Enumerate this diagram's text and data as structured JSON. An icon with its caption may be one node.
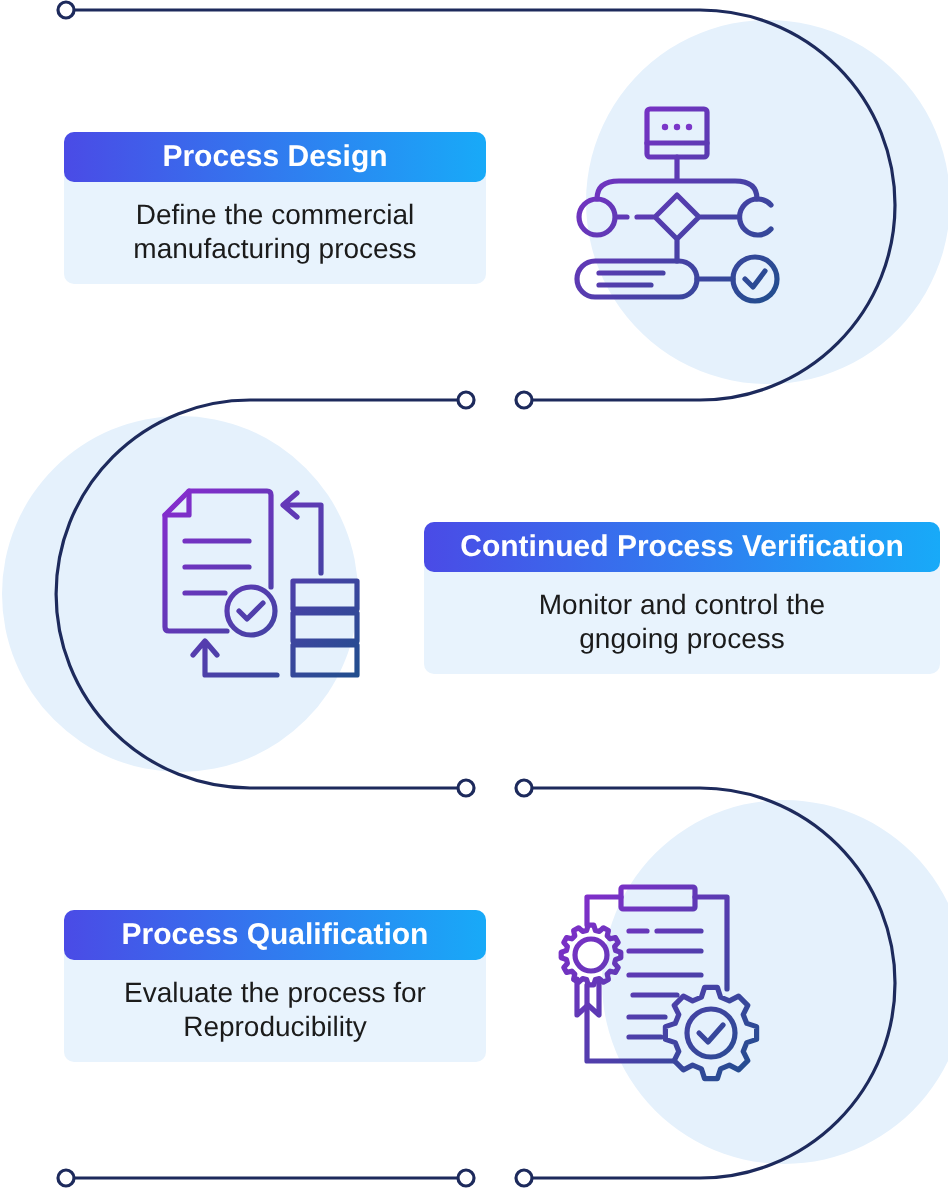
{
  "diagram": {
    "nodes": [
      {
        "text": [
          "Process Design",
          "Define the commercial manufacturing process"
        ]
      },
      {
        "text": [
          "Continued Process Verification",
          "Monitor and control the gngoing process"
        ]
      },
      {
        "text": [
          "Process Qualification",
          "Evaluate the process for Reproducibility"
        ]
      }
    ]
  }
}
